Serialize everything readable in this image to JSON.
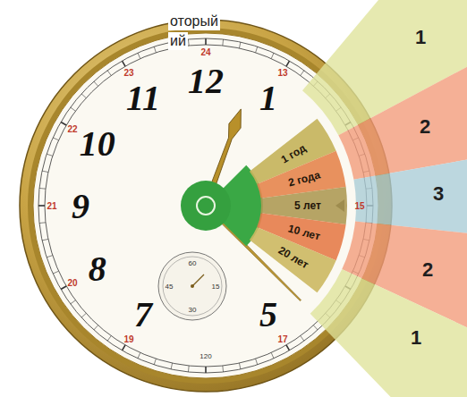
{
  "diagram": {
    "nodes": [
      {
        "text": [
          "1 год"
        ]
      },
      {
        "text": [
          "2 года"
        ]
      },
      {
        "text": [
          "5 лет"
        ]
      },
      {
        "text": [
          "10 лет"
        ]
      },
      {
        "text": [
          "20 лет"
        ]
      },
      {
        "text": [
          "1"
        ]
      },
      {
        "text": [
          "2"
        ]
      },
      {
        "text": [
          "3"
        ]
      },
      {
        "text": [
          "2"
        ]
      },
      {
        "text": [
          "1"
        ]
      }
    ],
    "labels": [
      "оторый",
      "ий",
      "11",
      "12",
      "1",
      "10",
      "9",
      "8",
      "7",
      "5",
      "24",
      "13",
      "23",
      "22",
      "21",
      "20",
      "19",
      "17",
      "15",
      "60",
      "15",
      "30",
      "45",
      "120"
    ]
  }
}
